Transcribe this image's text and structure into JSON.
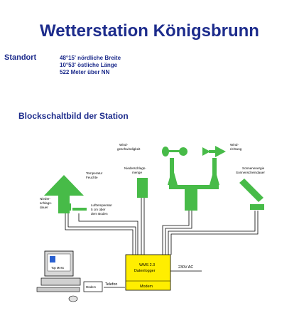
{
  "title": "Wetterstation Königsbrunn",
  "standort": {
    "label": "Standort",
    "lines": [
      "48°15' nördliche Breite",
      "10°53' östliche Länge",
      "522 Meter über NN"
    ]
  },
  "section_heading": "Blockschaltbild der Station",
  "sensors": {
    "wind_speed": [
      "Wind-",
      "geschwindigkeit"
    ],
    "wind_direction": [
      "Wind-",
      "richtung"
    ],
    "precip_amount": [
      "Niederschlags-",
      "menge"
    ],
    "temp_humidity": [
      "Temperatur",
      "Feuchte"
    ],
    "solar": [
      "Sonnenenergie",
      "Sonnenscheindauer"
    ],
    "precip_duration": [
      "Nieder-",
      "schlags-",
      "dauer"
    ],
    "air_temp": [
      "Lufttemperatur",
      "5 cm über",
      "dem Boden"
    ]
  },
  "logger": {
    "name": [
      "WMS 2.3",
      "Datenlogger"
    ],
    "modem": "Modem",
    "power": "230V AC"
  },
  "pc": {
    "screen_label": "Top Mess",
    "modem": "Modem",
    "phone": "Telefon"
  },
  "colors": {
    "title": "#1d2c8c",
    "sensor_green": "#47bb48",
    "logger_yellow": "#ffee00",
    "line": "#000000"
  }
}
